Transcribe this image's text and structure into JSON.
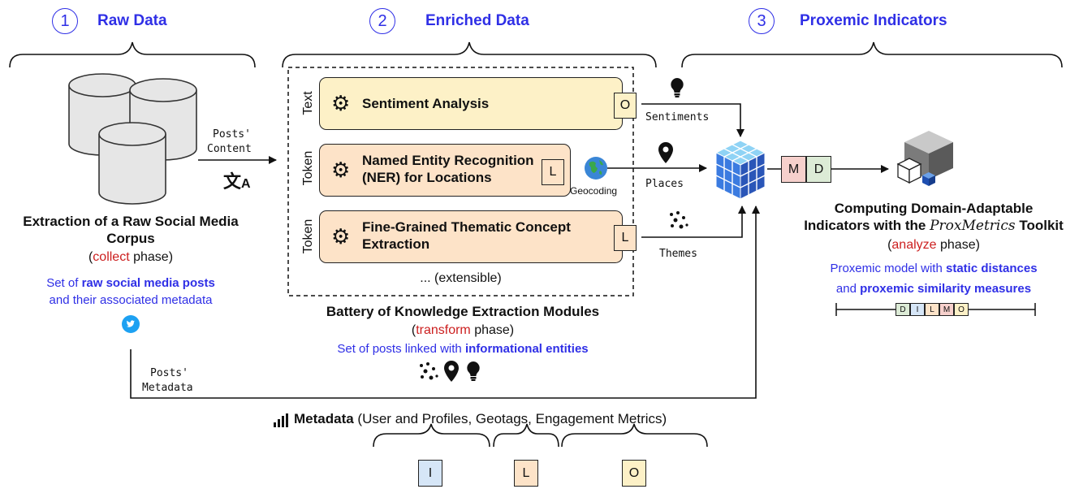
{
  "steps": [
    {
      "num": "1",
      "title": "Raw Data"
    },
    {
      "num": "2",
      "title": "Enriched Data"
    },
    {
      "num": "3",
      "title": "Proxemic Indicators"
    }
  ],
  "raw": {
    "title_line1": "Extraction of a Raw Social Media",
    "title_line2": "Corpus",
    "phase_open": "(",
    "phase_word": "collect",
    "phase_close": " phase)",
    "desc_pre": "Set of ",
    "desc_bold": "raw social media posts",
    "desc_line2": "and their associated metadata"
  },
  "arrows": {
    "posts_content_1": "Posts'",
    "posts_content_2": "Content",
    "posts_metadata_1": "Posts'",
    "posts_metadata_2": "Metadata",
    "sentiments": "Sentiments",
    "places": "Places",
    "themes": "Themes",
    "geocoding": "Geocoding"
  },
  "modules": [
    {
      "granularity": "Text",
      "line1": "Sentiment Analysis",
      "line2": "",
      "tag": "O"
    },
    {
      "granularity": "Token",
      "line1": "Named Entity Recognition",
      "line2": "(NER) for Locations",
      "tag": "L"
    },
    {
      "granularity": "Token",
      "line1": "Fine-Grained Thematic Concept",
      "line2": "Extraction",
      "tag": "L"
    }
  ],
  "enriched": {
    "extensible": "... (extensible)",
    "title": "Battery of Knowledge Extraction Modules",
    "phase_open": "(",
    "phase_word": "transform",
    "phase_close": " phase)",
    "desc_pre": "Set of posts linked with ",
    "desc_bold": "informational entities"
  },
  "indicators": {
    "tag_m": "M",
    "tag_d": "D",
    "title_line1": "Computing Domain-Adaptable",
    "title_line2_pre": "Indicators with the ",
    "title_line2_italic": "ProxMetrics",
    "title_line2_post": " Toolkit",
    "phase_open": "(",
    "phase_word": "analyze",
    "phase_close": " phase)",
    "desc_line1_pre": "Proxemic model with ",
    "desc_line1_bold": "static distances",
    "desc_line2_pre": "and ",
    "desc_line2_bold": "proxemic similarity measures",
    "scale": [
      "D",
      "I",
      "L",
      "M",
      "O"
    ]
  },
  "metadata": {
    "label_bold": "Metadata",
    "label_rest": " (User and Profiles, Geotags, Engagement Metrics)",
    "tags": [
      "I",
      "L",
      "O"
    ]
  },
  "colors": {
    "accent_blue": "#2f2fe6",
    "phase_red": "#cc1f1f",
    "sentiment_yellow": "#fdf1c7",
    "location_orange": "#fde3c8",
    "identity_blue": "#d6e6f7",
    "model_red": "#f6d0cc",
    "distance_green": "#dcebd6",
    "twitter_blue": "#1da1f2",
    "cube_blue": "#4a72d6"
  },
  "icons": [
    "database-icon",
    "translate-icon",
    "gear-icon",
    "globe-icon",
    "lightbulb-icon",
    "map-pin-icon",
    "scatter-dots-icon",
    "data-cube-icon",
    "toolkit-cubes-icon",
    "twitter-icon",
    "bar-chart-icon"
  ]
}
